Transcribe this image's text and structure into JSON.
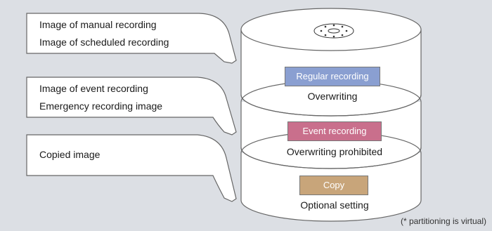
{
  "callouts": [
    {
      "lines": [
        "Image of manual recording",
        "Image of scheduled recording"
      ]
    },
    {
      "lines": [
        "Image of event recording",
        "Emergency recording image"
      ]
    },
    {
      "lines": [
        "Copied image"
      ]
    }
  ],
  "segments": [
    {
      "label": "Regular recording",
      "sub": "Overwriting",
      "color": "#8a9fd1"
    },
    {
      "label": "Event recording",
      "sub": "Overwriting prohibited",
      "color": "#c96f8c"
    },
    {
      "label": "Copy",
      "sub": "Optional setting",
      "color": "#c8a57a"
    }
  ],
  "footnote": "(* partitioning is virtual)",
  "colors": {
    "background": "#dcdfe4",
    "cylinder": "#ffffff",
    "outline": "#666666"
  }
}
